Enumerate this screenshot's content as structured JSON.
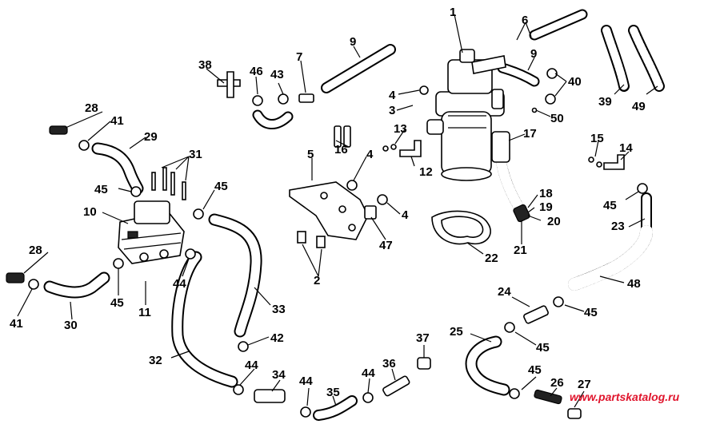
{
  "watermark": "www.partskatalog.ru",
  "callouts": [
    "1",
    "6",
    "9",
    "9",
    "38",
    "46",
    "43",
    "7",
    "4",
    "3",
    "40",
    "39",
    "49",
    "28",
    "41",
    "29",
    "13",
    "50",
    "17",
    "15",
    "14",
    "31",
    "5",
    "4",
    "16",
    "12",
    "45",
    "45",
    "10",
    "18",
    "19",
    "20",
    "4",
    "45",
    "23",
    "28",
    "21",
    "22",
    "47",
    "2",
    "44",
    "45",
    "11",
    "41",
    "30",
    "24",
    "45",
    "48",
    "33",
    "42",
    "25",
    "45",
    "37",
    "32",
    "44",
    "34",
    "44",
    "44",
    "36",
    "45",
    "26",
    "27",
    "35"
  ]
}
